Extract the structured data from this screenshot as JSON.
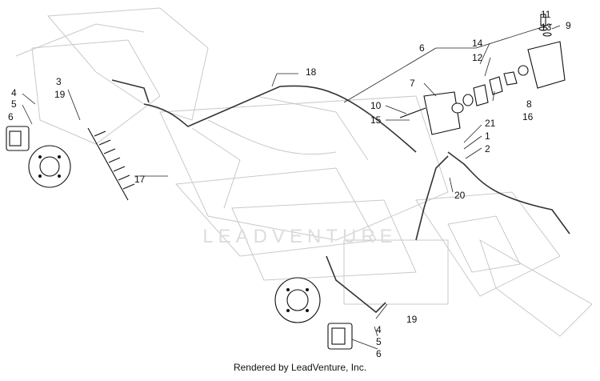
{
  "callouts": {
    "c1": "1",
    "c2": "2",
    "c3": "3",
    "c4a": "4",
    "c4b": "4",
    "c5a": "5",
    "c5b": "5",
    "c6a": "6",
    "c6b": "6",
    "c6c": "6",
    "c7": "7",
    "c8": "8",
    "c9": "9",
    "c10": "10",
    "c11": "11",
    "c12": "12",
    "c13": "13",
    "c14": "14",
    "c15": "15",
    "c16": "16",
    "c17": "17",
    "c18": "18",
    "c19a": "19",
    "c19b": "19",
    "c20": "20",
    "c21": "21"
  },
  "watermark": "LEADVENTURE",
  "caption": "Rendered by LeadVenture, Inc."
}
